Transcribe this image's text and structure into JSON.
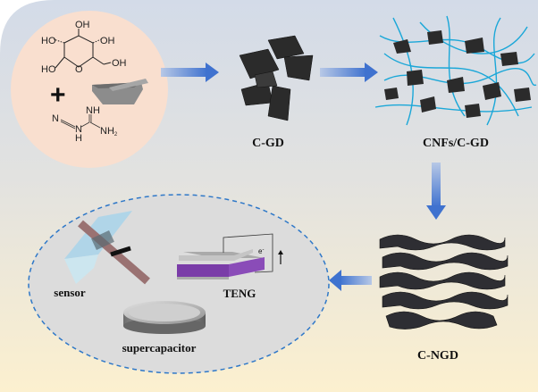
{
  "labels": {
    "c_gd": "C-GD",
    "cnfs_c_gd": "CNFs/C-GD",
    "c_ngd": "C-NGD",
    "sensor": "sensor",
    "teng": "TENG",
    "supercapacitor": "supercapacitor",
    "electron": "e",
    "electron_sup": "-"
  },
  "chemistry": {
    "glucose": {
      "oh_top": "OH",
      "ho_left": "HO",
      "oh_right": "OH",
      "ho_bottom": "HO",
      "ring_o": "O",
      "ch2oh": "OH"
    },
    "plus": "+",
    "dicyandiamide": {
      "n": "N",
      "nh": "NH",
      "nh_bottom": "N",
      "h": "H",
      "nh2": "NH",
      "sub2": "2"
    }
  },
  "colors": {
    "background_top": "#d4dce8",
    "background_bottom": "#fbefcf",
    "reactant_circle": "#f9dfcf",
    "arrow": "#4f7fd0",
    "fiber": "#1aa7d8",
    "dashed_ellipse": "#2f78c8",
    "ellipse_fill": "#dcdcdc",
    "teng_purple": "#8a4cb8"
  }
}
